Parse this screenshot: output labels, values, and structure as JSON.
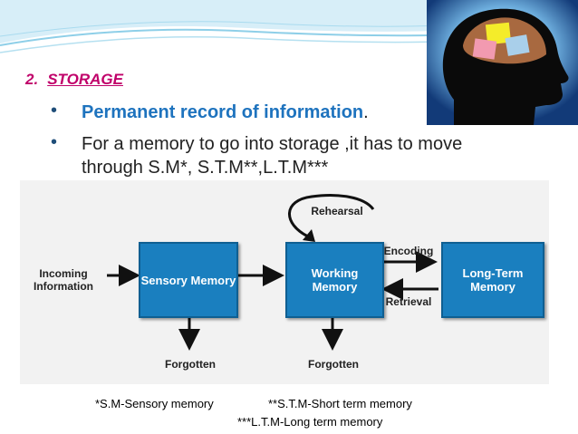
{
  "slide": {
    "number": "2.",
    "title": "STORAGE",
    "bullets": [
      {
        "text": "Permanent record of information",
        "suffix": "."
      },
      {
        "text": "For a memory to go into storage ,it has to move through S.M*, S.T.M**,L.T.M***"
      }
    ]
  },
  "diagram": {
    "incoming": "Incoming Information",
    "sensory": "Sensory Memory",
    "working": "Working Memory",
    "longterm": "Long-Term Memory",
    "rehearsal": "Rehearsal",
    "encoding": "Encoding",
    "retrieval": "Retrieval",
    "forgotten1": "Forgotten",
    "forgotten2": "Forgotten"
  },
  "footnotes": {
    "sm": "*S.M-Sensory memory",
    "stm": "**S.T.M-Short term memory",
    "ltm": "***L.T.M-Long term memory"
  },
  "colors": {
    "heading": "#c0006a",
    "bullet_highlight": "#1e73be",
    "box_fill": "#1a7fbf",
    "wave": "#8ecfe8"
  }
}
